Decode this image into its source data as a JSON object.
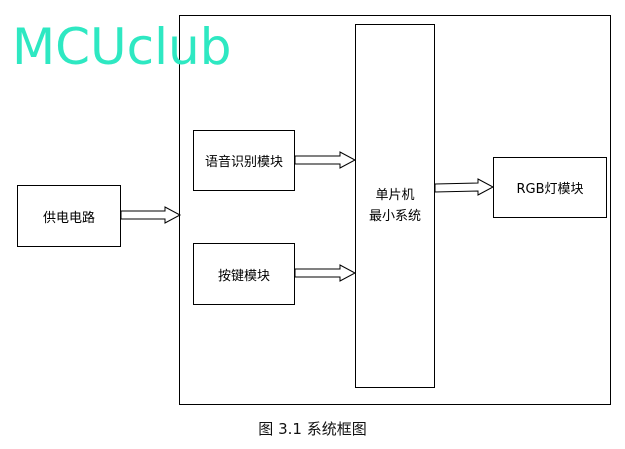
{
  "watermark": "MCUclub",
  "blocks": {
    "power": "供电电路",
    "voice": "语音识别模块",
    "keys": "按键模块",
    "mcu_line1": "单片机",
    "mcu_line2": "最小系统",
    "rgb": "RGB灯模块"
  },
  "caption": "图 3.1  系统框图"
}
